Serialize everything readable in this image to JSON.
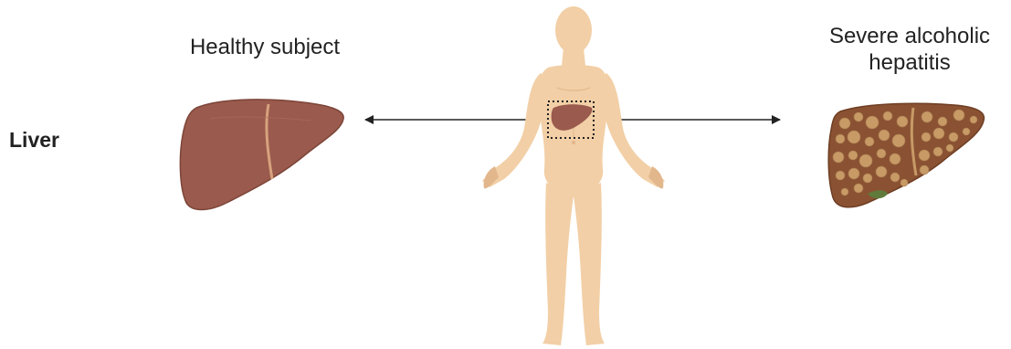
{
  "row_label": "Liver",
  "left_panel": {
    "title": "Healthy subject"
  },
  "right_panel": {
    "title_line1": "Severe alcoholic",
    "title_line2": "hepatitis"
  },
  "colors": {
    "skin": "#f2cfa6",
    "skin_shadow": "#e2b78c",
    "liver_healthy": "#9a5a4d",
    "liver_diseased": "#8a5233",
    "nodule": "#c79a66",
    "arrow": "#222222"
  }
}
